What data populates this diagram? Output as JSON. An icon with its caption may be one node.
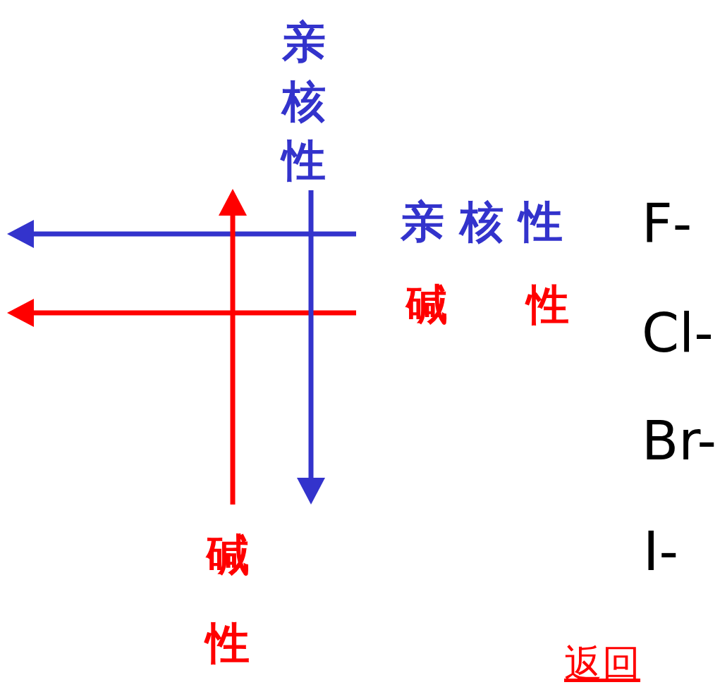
{
  "diagram": {
    "labels": [
      "亲核性",
      "亲核性",
      "F-",
      "碱性",
      "Cl-",
      "Br-",
      "I-",
      "碱性",
      "返回"
    ]
  }
}
